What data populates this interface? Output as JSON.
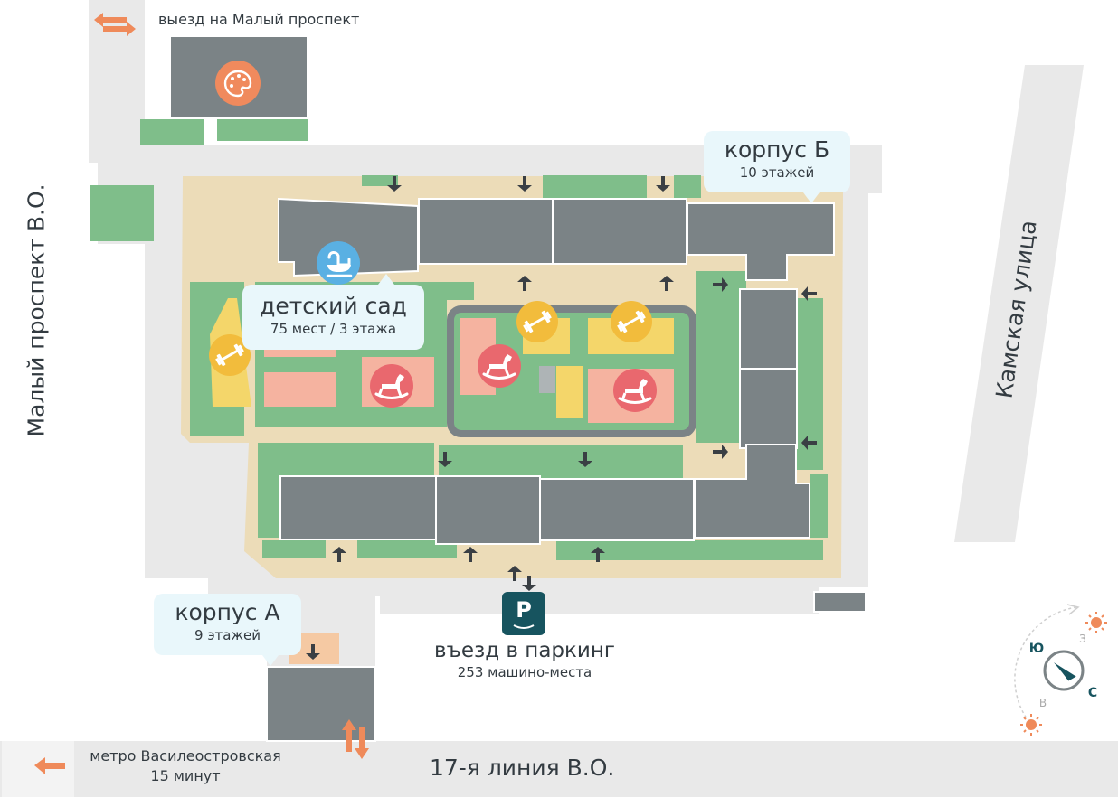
{
  "labels": {
    "exit_maly": "выезд на Малый проспект",
    "maly_prospekt": "Малый проспект В.О.",
    "kamskaya": "Камская улица",
    "line17": "17-я линия В.О.",
    "metro_line1": "метро Василеостровская",
    "metro_line2": "15 минут",
    "parking_title": "въезд в паркинг",
    "parking_subtitle": "253 машино-места",
    "parking_sign": "P"
  },
  "callouts": {
    "korpus_b": {
      "title": "корпус Б",
      "subtitle": "10 этажей"
    },
    "korpus_a": {
      "title": "корпус А",
      "subtitle": "9 этажей"
    },
    "kindergarten": {
      "title": "детский сад",
      "subtitle": "75 мест / 3 этажа"
    }
  },
  "compass": {
    "south": "Ю",
    "west": "З",
    "east": "В",
    "north": "С"
  },
  "icons": {
    "art_studio": "palette-icon",
    "kindergarten": "stroller-icon",
    "workout": "dumbbell-icon",
    "playground": "rocking-horse-icon",
    "entrance": "arrow-icon",
    "sun": "sun-icon",
    "compass": "compass-icon"
  },
  "colors": {
    "building": "#7b8386",
    "road": "#e9e9e9",
    "lawn": "#7fbe8a",
    "path": "#ecdcb8",
    "playground": "#f5b3a0",
    "sport": "#f4d66a",
    "label_bg": "#e9f7fb",
    "accent_orange": "#f08a5d",
    "kindergarten_blue": "#5ab0e3",
    "horse_red": "#e9686e",
    "dumbbell_yellow": "#f2bc3c",
    "parking_teal": "#17545f"
  }
}
